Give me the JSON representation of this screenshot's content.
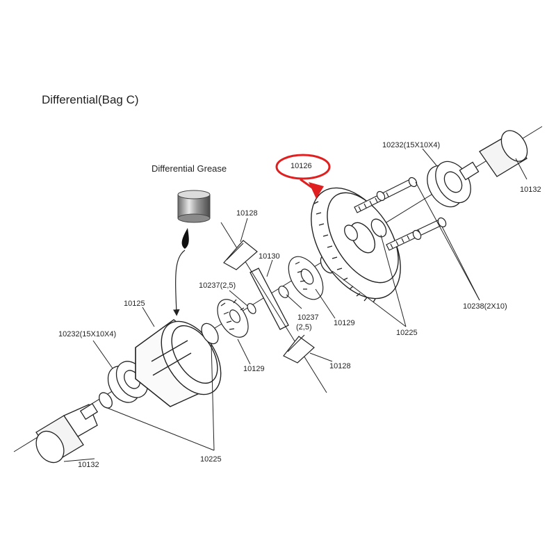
{
  "title": "Differential(Bag C)",
  "grease_label": "Differential Grease",
  "parts": {
    "p10126": "10126",
    "p10232_top": "10232(15X10X4)",
    "p10132_right": "10132",
    "p10128_top": "10128",
    "p10130": "10130",
    "p10237_left": "10237(2,5)",
    "p10237_mid_a": "10237",
    "p10237_mid_b": "(2,5)",
    "p10129_right": "10129",
    "p10238": "10238(2X10)",
    "p10225_right": "10225",
    "p10125": "10125",
    "p10232_left": "10232(15X10X4)",
    "p10129_left": "10129",
    "p10128_bottom": "10128",
    "p10225_bottom": "10225",
    "p10132_left": "10132"
  },
  "colors": {
    "highlight": "#e02020",
    "line": "#222222"
  }
}
